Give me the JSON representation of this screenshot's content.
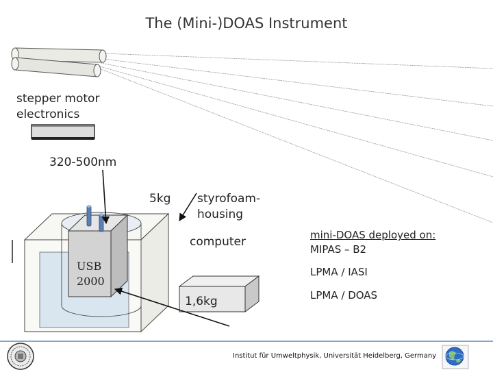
{
  "title": "The (Mini-)DOAS Instrument",
  "labels": {
    "stepper_line1": "stepper motor",
    "stepper_line2": "electronics",
    "wavelength_range": "320-500nm",
    "housing_weight": "5kg",
    "styrofoam_line1": "styrofoam-",
    "styrofoam_line2": "housing",
    "computer": "computer",
    "usb_line1": "USB",
    "usb_line2": "2000",
    "computer_weight": "1,6kg"
  },
  "deployed": {
    "title": "mini-DOAS deployed on:",
    "items": [
      "MIPAS – B2",
      "LPMA / IASI",
      "LPMA / DOAS"
    ]
  },
  "footer": {
    "institute": "Institut für Umweltphysik, Universität Heidelberg, Germany"
  },
  "colors": {
    "housing_fill": "#d6e3ee",
    "spectrometer_fill": "#d0d0d0",
    "fiber_blue": "#5a7fb0",
    "footer_rule": "#8aa7c8"
  },
  "icons": [
    "university-seal-icon",
    "globe-logo-icon"
  ]
}
